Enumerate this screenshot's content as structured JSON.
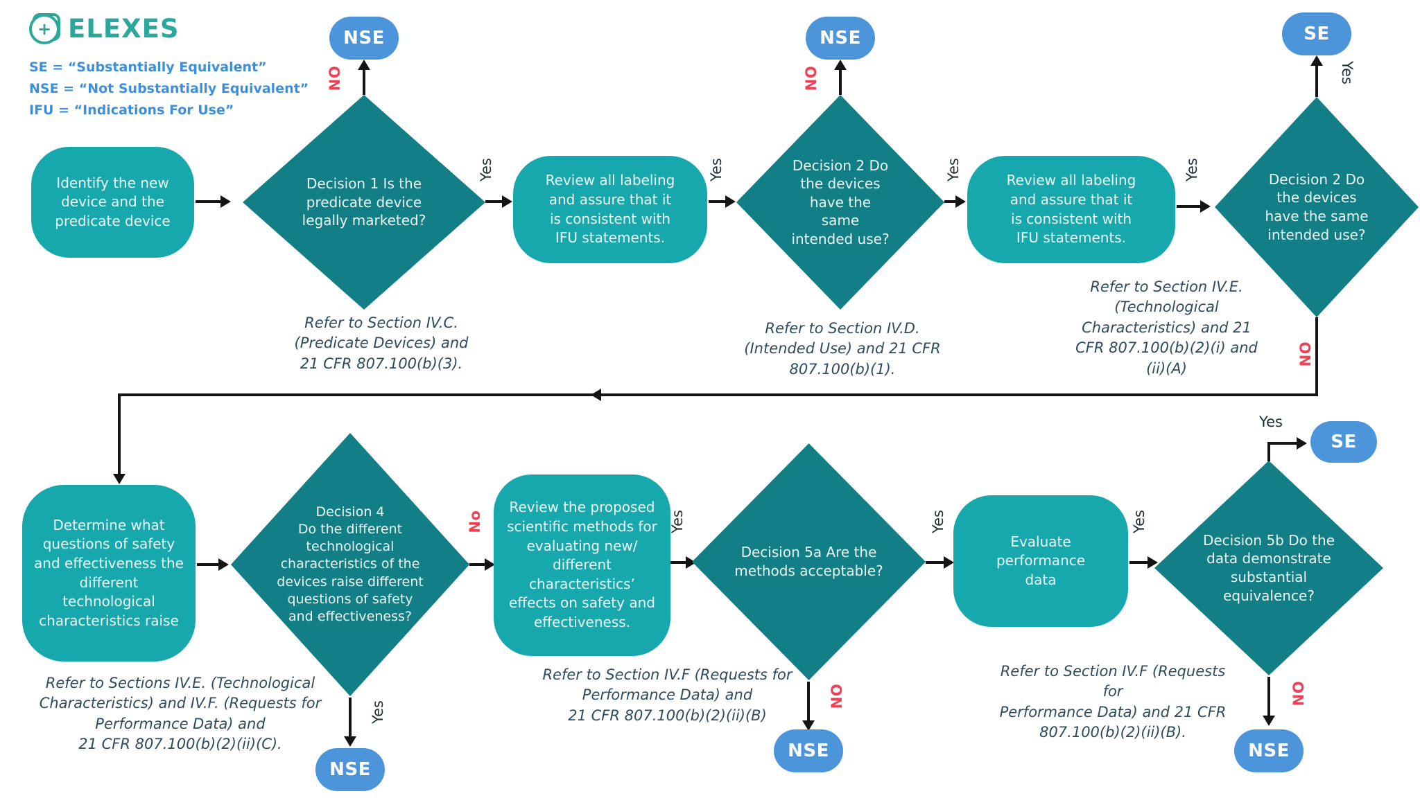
{
  "logo": {
    "brand": "ELEXES",
    "plus": "+"
  },
  "legend": {
    "lines": "SE = “Substantially Equivalent”\nNSE = “Not Substantially Equivalent”\nIFU = “Indications For Use”"
  },
  "labels": {
    "yes": "Yes",
    "no_caps": "NO",
    "no": "No"
  },
  "pills": {
    "nse": "NSE",
    "se": "SE"
  },
  "nodes": {
    "identify": "Identify the new\ndevice and the\npredicate device",
    "decision1": "Decision 1 Is the\npredicate device\nlegally marketed?",
    "review_labeling_1": "Review all labeling\nand assure that it\nis consistent with\nIFU statements.",
    "decision2": "Decision 2 Do\nthe devices\nhave the\nsame\nintended use?",
    "review_labeling_2": "Review all labeling\nand assure that it\nis consistent with\nIFU statements.",
    "decision2b": "Decision 2 Do\nthe devices\nhave the same\nintended use?",
    "determine": "Determine what\nquestions of safety\nand effectiveness the\ndifferent\ntechnological\ncharacteristics raise",
    "decision4": "Decision 4\nDo the different\ntechnological\ncharacteristics of the\ndevices raise different\nquestions of safety\nand effectiveness?",
    "review_methods": "Review the proposed\nscientific methods for\nevaluating new/\ndifferent\ncharacteristics’\neffects on safety and\neffectiveness.",
    "decision5a": "Decision 5a Are the\nmethods acceptable?",
    "evaluate": "Evaluate\nperformance\ndata",
    "decision5b": "Decision 5b Do the\ndata demonstrate\nsubstantial\nequivalence?"
  },
  "notes": {
    "ivc": "Refer to Section IV.C.\n(Predicate Devices) and\n21 CFR 807.100(b)(3).",
    "ivd": "Refer to Section IV.D.\n(Intended Use) and 21 CFR\n807.100(b)(1).",
    "ive": "Refer to Section IV.E.\n(Technological\nCharacteristics) and 21\nCFR 807.100(b)(2)(i) and\n(ii)(A)",
    "ive_ivf": "Refer to Sections IV.E. (Technological\nCharacteristics) and IV.F. (Requests for\nPerformance Data) and\n21 CFR 807.100(b)(2)(ii)(C).",
    "ivf_b": "Refer to Section IV.F (Requests for\nPerformance Data) and\n21 CFR 807.100(b)(2)(ii)(B)",
    "ivf_b2": "Refer to Section IV.F (Requests for\nPerformance Data) and 21 CFR\n807.100(b)(2)(ii)(B)."
  },
  "colors": {
    "box_teal": "#16a8ad",
    "diamond_teal": "#127e85",
    "pill_blue": "#4d95da",
    "no_red": "#ef4156",
    "legend_blue": "#3d8edb",
    "logo_teal": "#2ba89b"
  }
}
